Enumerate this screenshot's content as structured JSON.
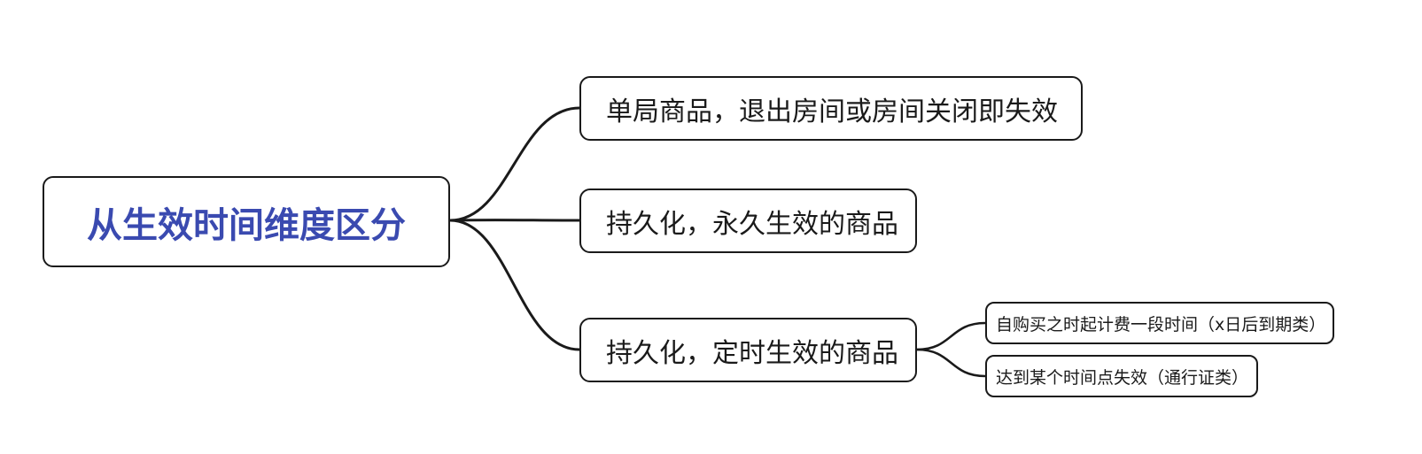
{
  "accent_color": "#3a4ab0",
  "line_color": "#1a1a1a",
  "root": {
    "label": "从生效时间维度区分"
  },
  "branches": [
    {
      "label": "单局商品，退出房间或房间关闭即失效"
    },
    {
      "label": "持久化，永久生效的商品"
    },
    {
      "label": "持久化，定时生效的商品",
      "children": [
        {
          "label": "自购买之时起计费一段时间（x日后到期类）"
        },
        {
          "label": "达到某个时间点失效（通行证类）"
        }
      ]
    }
  ]
}
